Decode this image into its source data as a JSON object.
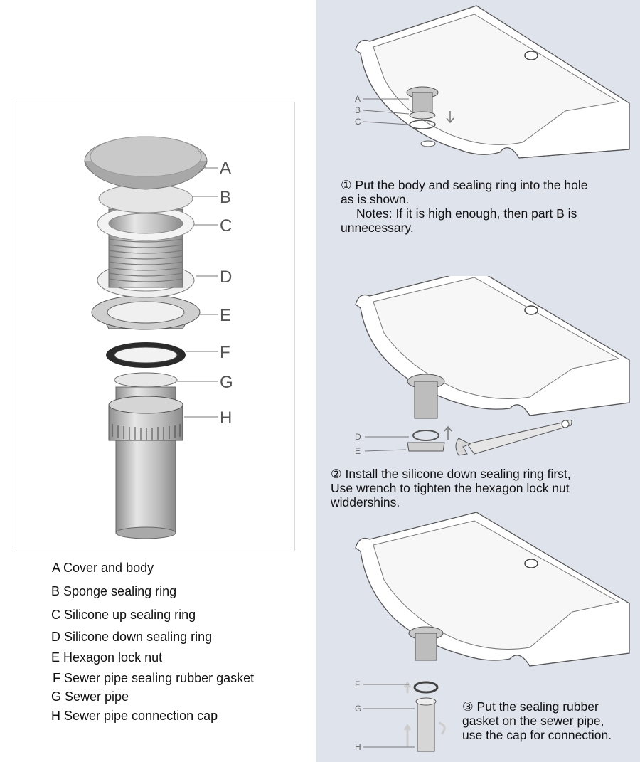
{
  "parts_diagram": {
    "labels": [
      "A",
      "B",
      "C",
      "D",
      "E",
      "F",
      "G",
      "H"
    ]
  },
  "legend": [
    "A Cover and body",
    "B Sponge sealing ring",
    "C Silicone up sealing ring",
    "D Silicone down sealing ring",
    "E Hexagon lock nut",
    "F Sewer pipe sealing rubber gasket",
    "G Sewer pipe",
    "H Sewer pipe connection cap"
  ],
  "steps": [
    {
      "callouts": [
        "A",
        "B",
        "C"
      ],
      "lines": [
        "① Put the body and sealing ring into the hole",
        "as is shown."
      ],
      "note_lines": [
        "Notes: If it is high enough, then part B is",
        "unnecessary."
      ]
    },
    {
      "callouts": [
        "D",
        "E"
      ],
      "lines": [
        "② Install the silicone down sealing ring first,",
        "Use wrench to tighten the hexagon lock nut",
        "widdershins."
      ]
    },
    {
      "callouts": [
        "F",
        "G",
        "H"
      ],
      "lines": [
        "③ Put the sealing rubber",
        "gasket on the sewer pipe,",
        "use the cap for connection."
      ]
    }
  ]
}
